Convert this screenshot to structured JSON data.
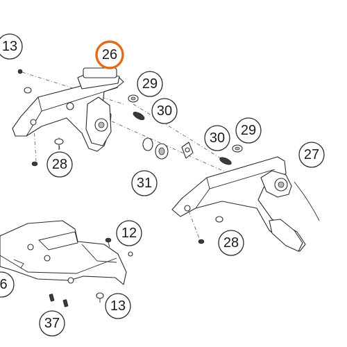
{
  "diagram": {
    "highlight_color": "#e36c1b",
    "highlighted_callout": "26",
    "callouts": [
      {
        "id": "c13a",
        "label": "13"
      },
      {
        "id": "c26",
        "label": "26",
        "highlighted": true
      },
      {
        "id": "c29a",
        "label": "29"
      },
      {
        "id": "c30a",
        "label": "30"
      },
      {
        "id": "c28a",
        "label": "28"
      },
      {
        "id": "c31",
        "label": "31"
      },
      {
        "id": "c30b",
        "label": "30"
      },
      {
        "id": "c29b",
        "label": "29"
      },
      {
        "id": "c27",
        "label": "27"
      },
      {
        "id": "c28b",
        "label": "28"
      },
      {
        "id": "c12",
        "label": "12"
      },
      {
        "id": "c6",
        "label": "6"
      },
      {
        "id": "c13b",
        "label": "13"
      },
      {
        "id": "c37",
        "label": "37"
      }
    ]
  }
}
